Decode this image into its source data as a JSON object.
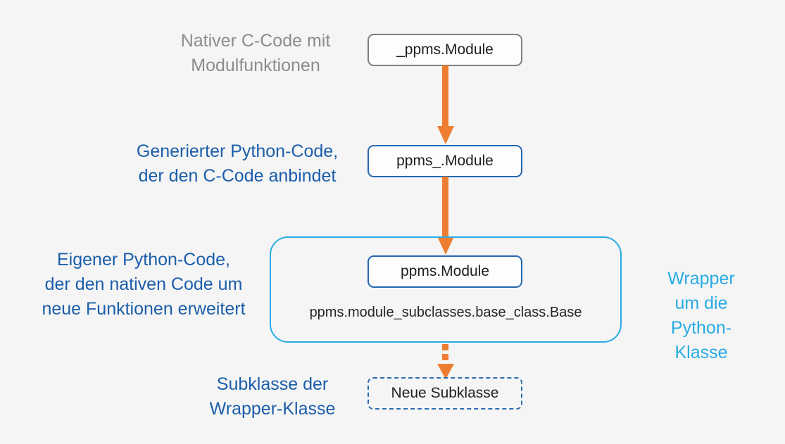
{
  "diagram": {
    "labels": {
      "native": "Nativer C-Code mit\nModulfunktionen",
      "generated": "Generierter Python-Code,\nder den C-Code anbindet",
      "custom": "Eigener Python-Code,\nder den nativen Code um\nneue Funktionen erweitert",
      "wrapper": "Wrapper um die\nPython-Klasse",
      "subclass": "Subklasse der\nWrapper-Klasse"
    },
    "nodes": {
      "native_module": "_ppms.Module",
      "generated_module": "ppms_.Module",
      "wrapper_module": "ppms.Module",
      "wrapper_base_class": "ppms.module_subclasses.base_class.Base",
      "new_subclass": "Neue Subklasse"
    },
    "colors": {
      "background": "#F5F5F6",
      "arrow_orange": "#ED7D31",
      "label_blue": "#1B5EA9",
      "border_blue": "#2368AE",
      "cyan": "#29ABE2",
      "label_gray": "#8C8C8C",
      "border_gray": "#7F7F7F"
    }
  }
}
